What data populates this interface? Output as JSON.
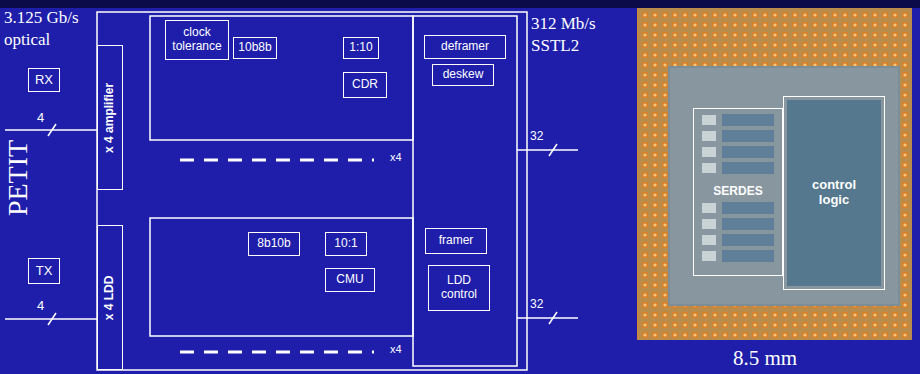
{
  "diagram": {
    "nodes": [
      {
        "text": [
          "RX"
        ]
      },
      {
        "text": [
          "x 4 amplifier"
        ]
      },
      {
        "text": [
          "clock tolerance"
        ]
      },
      {
        "text": [
          "10b8b"
        ]
      },
      {
        "text": [
          "1:10"
        ]
      },
      {
        "text": [
          "CDR"
        ]
      },
      {
        "text": [
          "deframer"
        ]
      },
      {
        "text": [
          "deskew"
        ]
      },
      {
        "text": [
          "TX"
        ]
      },
      {
        "text": [
          "x 4 LDD"
        ]
      },
      {
        "text": [
          "8b10b"
        ]
      },
      {
        "text": [
          "10:1"
        ]
      },
      {
        "text": [
          "CMU"
        ]
      },
      {
        "text": [
          "framer"
        ]
      },
      {
        "text": [
          "LDD control"
        ]
      },
      {
        "text": [
          "SERDES"
        ]
      },
      {
        "text": [
          "control logic"
        ]
      }
    ],
    "labels": [
      "3.125 Gb/s",
      "optical",
      "PETIT",
      "4",
      "4",
      "312 Mb/s",
      "SSTL2",
      "32",
      "32",
      "x4",
      "x4",
      "8.5 mm"
    ]
  }
}
